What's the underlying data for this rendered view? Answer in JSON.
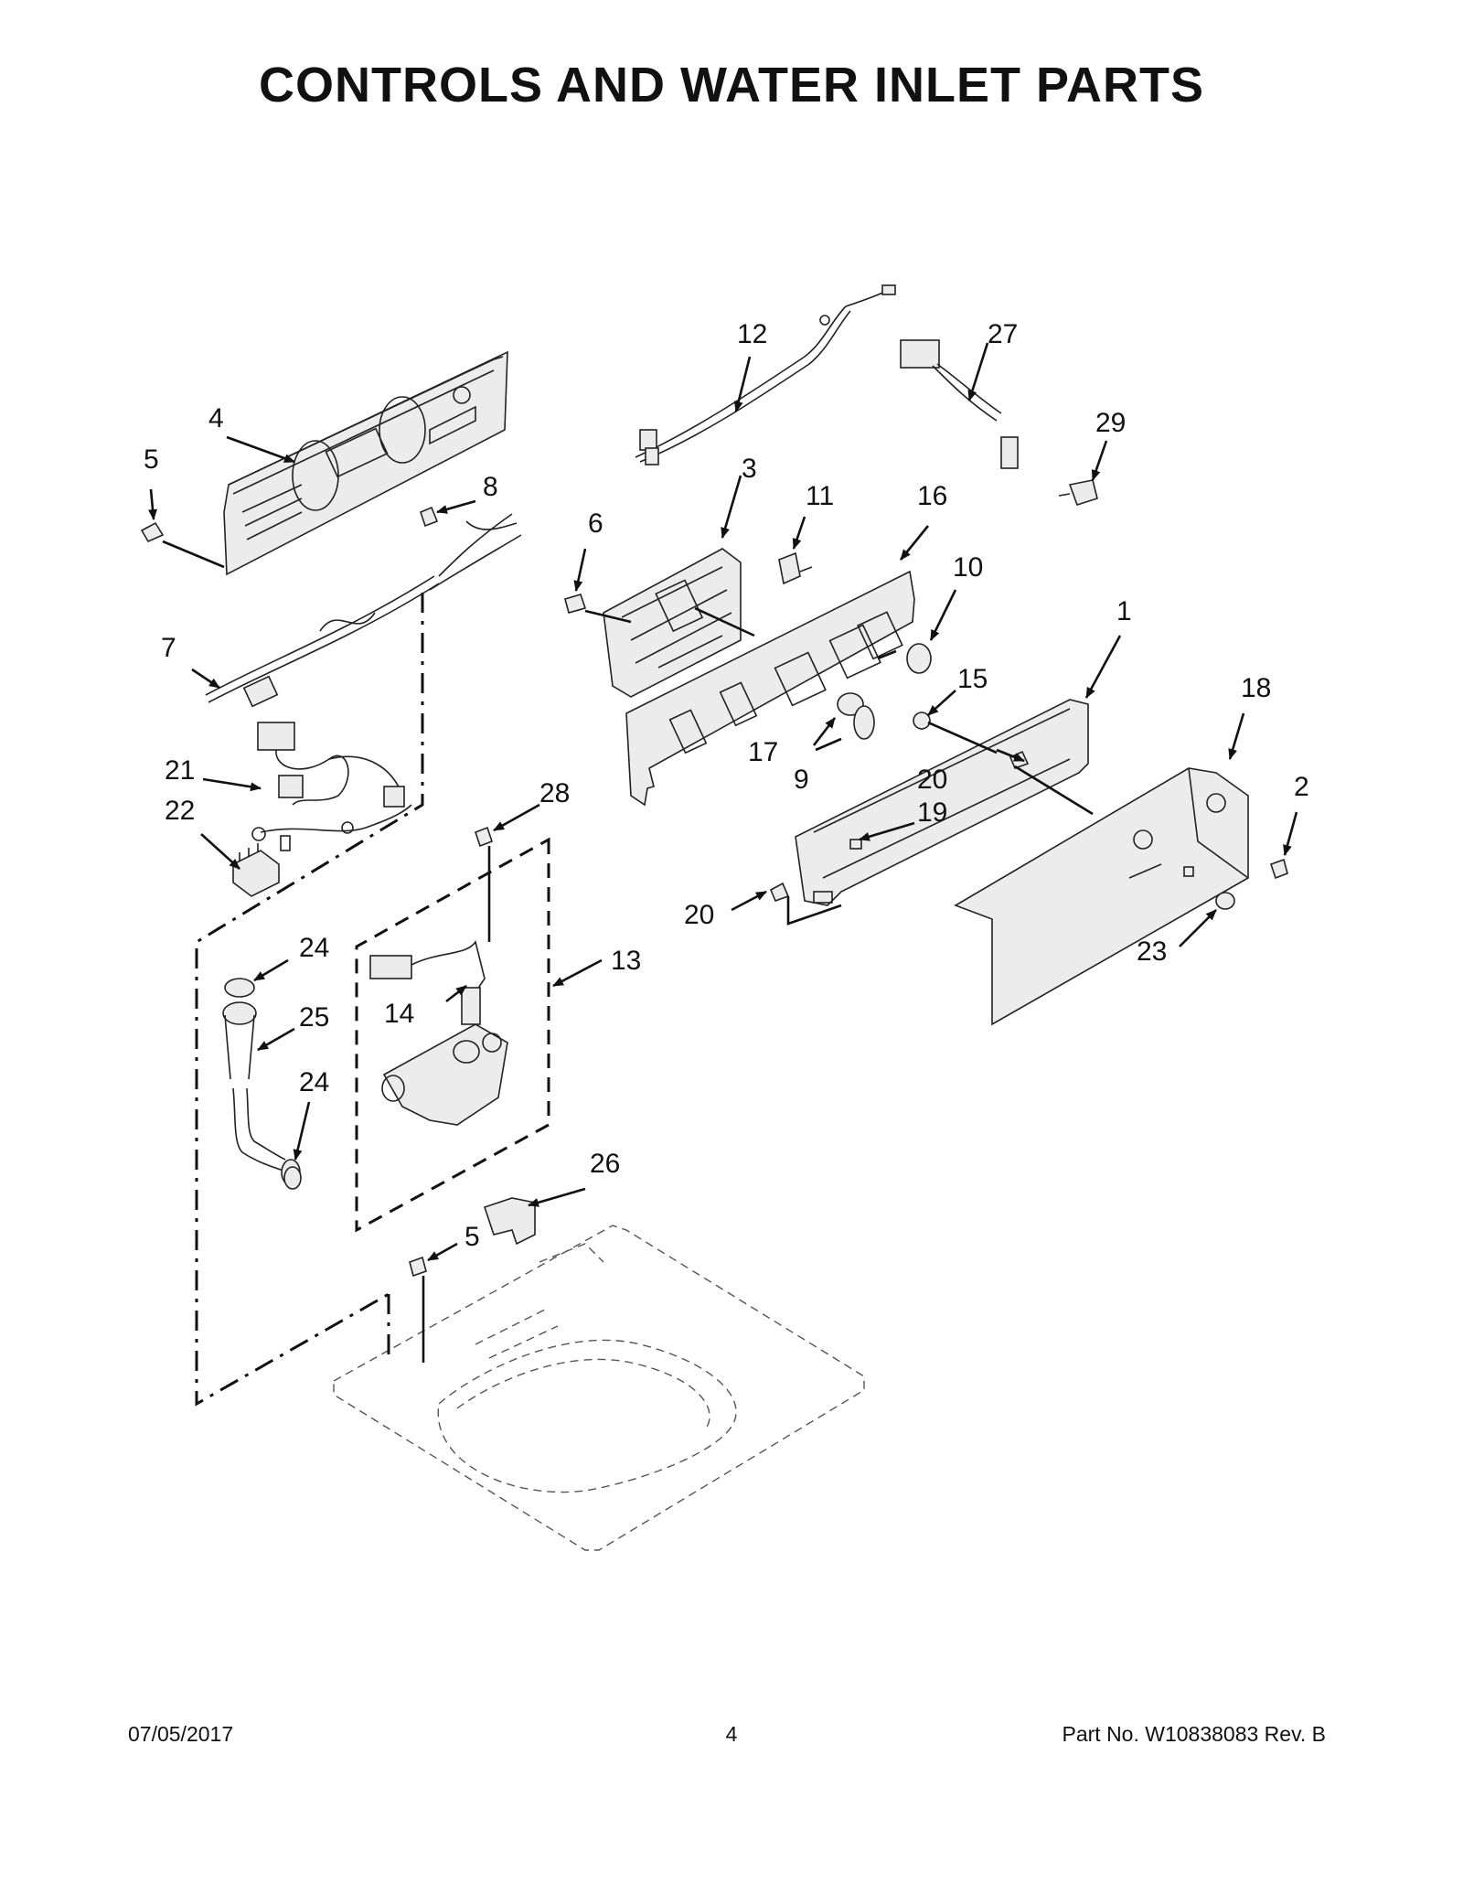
{
  "title": "CONTROLS AND WATER INLET PARTS",
  "callouts": {
    "c1": "1",
    "c2": "2",
    "c3": "3",
    "c4": "4",
    "c5a": "5",
    "c5b": "5",
    "c6": "6",
    "c7": "7",
    "c8": "8",
    "c9": "9",
    "c10": "10",
    "c11": "11",
    "c12": "12",
    "c13": "13",
    "c14": "14",
    "c15": "15",
    "c16": "16",
    "c17": "17",
    "c18": "18",
    "c19": "19",
    "c20a": "20",
    "c20b": "20",
    "c21": "21",
    "c22": "22",
    "c23": "23",
    "c24a": "24",
    "c24b": "24",
    "c25": "25",
    "c26": "26",
    "c27": "27",
    "c28": "28",
    "c29": "29"
  },
  "footer": {
    "date": "07/05/2017",
    "page": "4",
    "part_number": "Part No.  W10838083  Rev.  B"
  }
}
